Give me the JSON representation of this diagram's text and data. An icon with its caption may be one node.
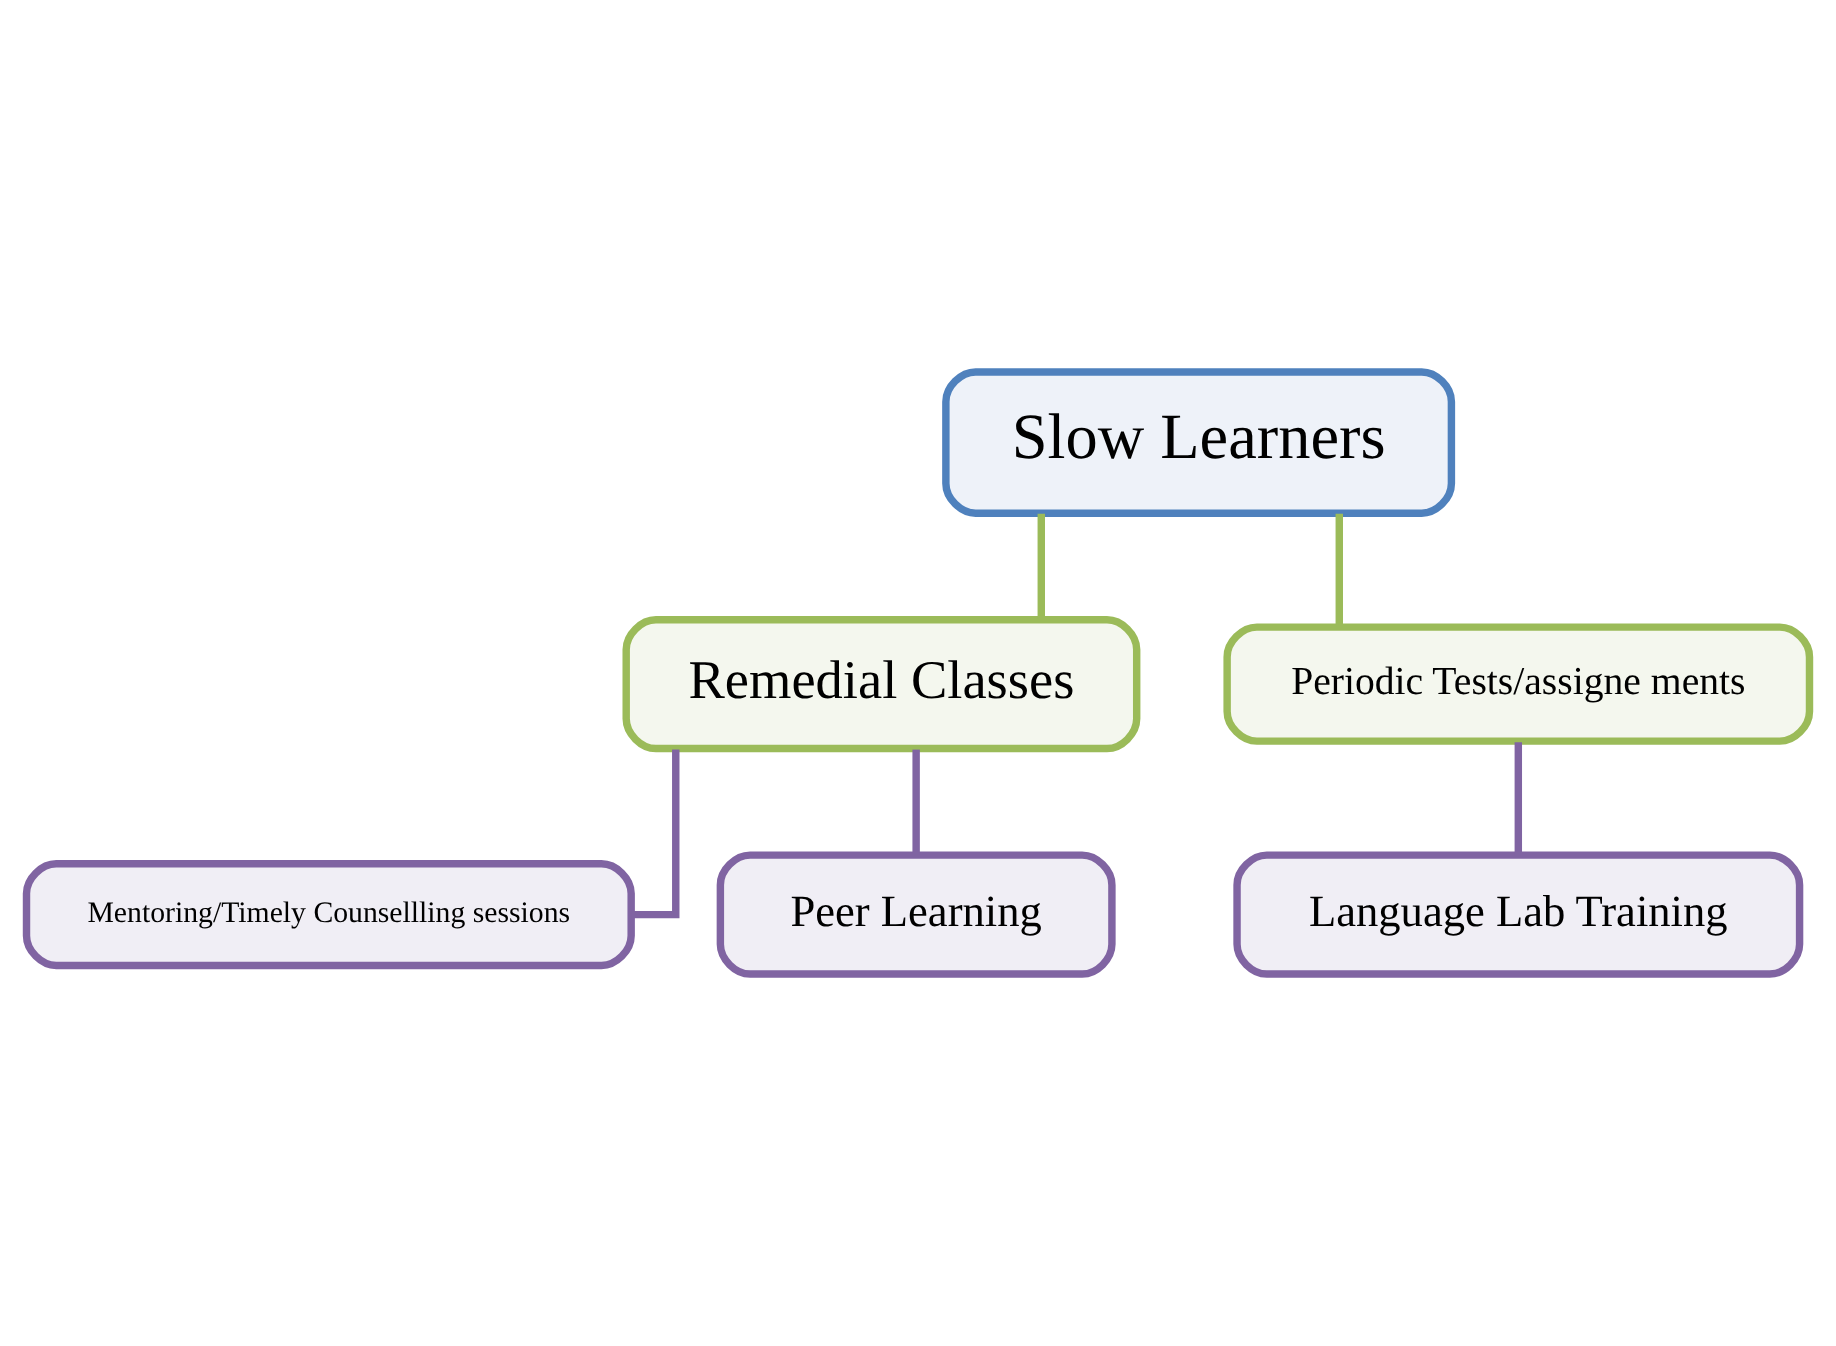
{
  "diagram": {
    "nodes": [
      {
        "text": [
          "Slow Learners"
        ]
      },
      {
        "text": [
          "Remedial Classes"
        ]
      },
      {
        "text": [
          "Periodic Tests/assigne ments"
        ]
      },
      {
        "text": [
          "Mentoring/Timely Counsellling sessions"
        ]
      },
      {
        "text": [
          "Peer Learning"
        ]
      },
      {
        "text": [
          "Language Lab Training"
        ]
      }
    ],
    "edges": [
      {
        "from": 0,
        "to": 1,
        "arrow": "none",
        "color": "#9bbb59"
      },
      {
        "from": 0,
        "to": 2,
        "arrow": "none",
        "color": "#9bbb59"
      },
      {
        "from": 1,
        "to": 3,
        "arrow": "none"
      },
      {
        "from": 1,
        "to": 4,
        "arrow": "none"
      },
      {
        "from": 2,
        "to": 5,
        "arrow": "none"
      }
    ]
  }
}
